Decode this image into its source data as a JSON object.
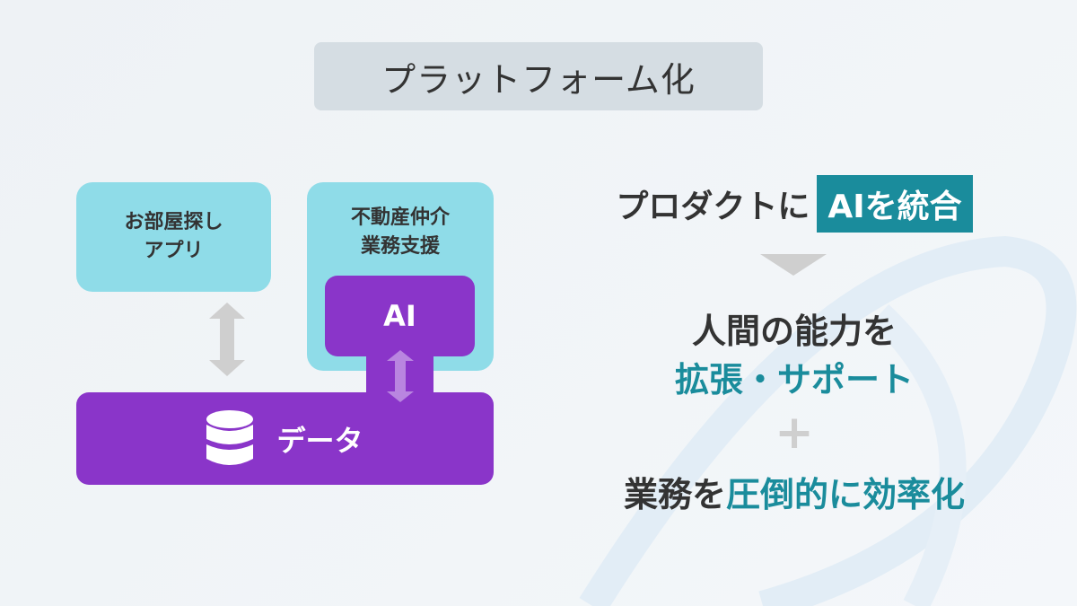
{
  "title": "プラットフォーム化",
  "diagram": {
    "app_box": [
      "お部屋探し",
      "アプリ"
    ],
    "broker_box": [
      "不動産仲介",
      "業務支援"
    ],
    "ai_label": "AI",
    "data_label": "データ",
    "icons": {
      "data": "database-icon",
      "arrow": "double-arrow-vertical-icon"
    }
  },
  "message": {
    "line1_prefix": "プロダクトに",
    "line1_highlight": "AIを統合",
    "line2": "人間の能力を",
    "line3": "拡張・サポート",
    "plus": "+",
    "line4_prefix": "業務を",
    "line4_highlight": "圧倒的に効率化"
  },
  "colors": {
    "cyan": "#8fdce8",
    "purple": "#8a35c9",
    "teal": "#1a8c9c",
    "text": "#333333"
  }
}
